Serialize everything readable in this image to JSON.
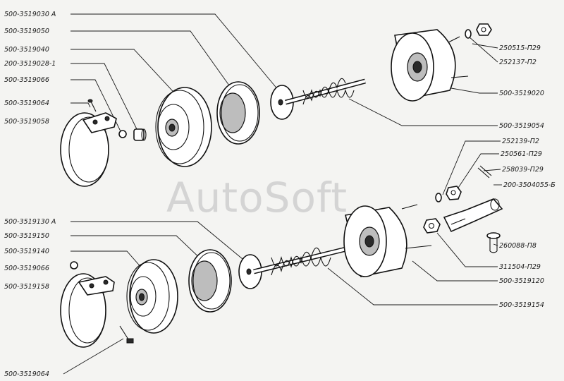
{
  "watermark": "AutoSoft",
  "labels_left_upper": [
    "500-3519030 А",
    "500-3519050",
    "500-3519040",
    "200-3519028-1",
    "500-3519066",
    "500-3519064",
    "500-3519058"
  ],
  "labels_left_lower": [
    "500-3519130 А",
    "500-3519150",
    "500-3519140",
    "500-3519066",
    "500-3519158"
  ],
  "label_bottom_left": "500-3519064",
  "labels_right": [
    "250515-П29",
    "252137-П2",
    "500-3519020",
    "500-3519054",
    "252139-П2",
    "250561-П29",
    "258039-П29",
    "200-3504055-Б",
    "260088-П8",
    "311504-П29",
    "500-3519120",
    "500-3519154"
  ]
}
